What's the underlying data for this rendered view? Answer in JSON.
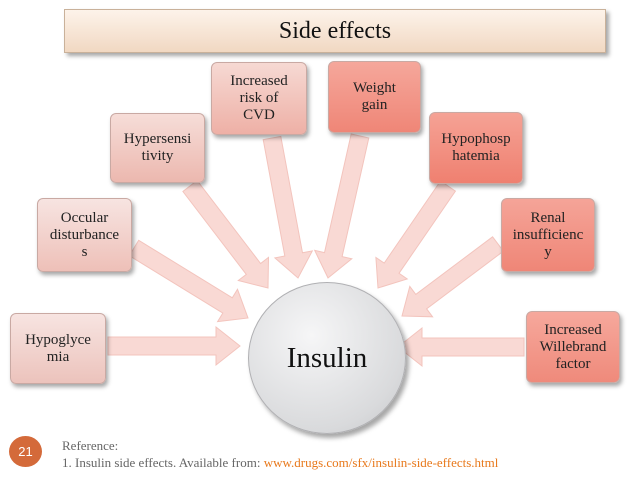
{
  "title": "Side effects",
  "hub_label": "Insulin",
  "nodes": [
    {
      "lines": [
        "Hypoglyce",
        "mia"
      ],
      "color_top": "#f7e4e1",
      "color_bottom": "#ecc3bc"
    },
    {
      "lines": [
        "Occular",
        "disturbance",
        "s"
      ],
      "color_top": "#f7e4e1",
      "color_bottom": "#eec0b8"
    },
    {
      "lines": [
        "Hypersensi",
        "tivity"
      ],
      "color_top": "#f6ddd8",
      "color_bottom": "#ecb8af"
    },
    {
      "lines": [
        "Increased",
        "risk of",
        "CVD"
      ],
      "color_top": "#f6d9d3",
      "color_bottom": "#eeb0a6"
    },
    {
      "lines": [
        "Weight",
        "gain"
      ],
      "color_top": "#f5a79b",
      "color_bottom": "#ef8677"
    },
    {
      "lines": [
        "Hypophosp",
        "hatemia"
      ],
      "color_top": "#f5a295",
      "color_bottom": "#ef8070"
    },
    {
      "lines": [
        "Renal",
        "insufficienc",
        "y"
      ],
      "color_top": "#f5a498",
      "color_bottom": "#ef8677"
    },
    {
      "lines": [
        "Increased",
        "Willebrand",
        "factor"
      ],
      "color_top": "#f6a89c",
      "color_bottom": "#ef8a7b"
    }
  ],
  "slide_number": "21",
  "reference": {
    "heading": "Reference:",
    "item_prefix": "1. Insulin side effects. Available from: ",
    "item_link": "www.drugs.com/sfx/insulin-side-effects.html"
  }
}
